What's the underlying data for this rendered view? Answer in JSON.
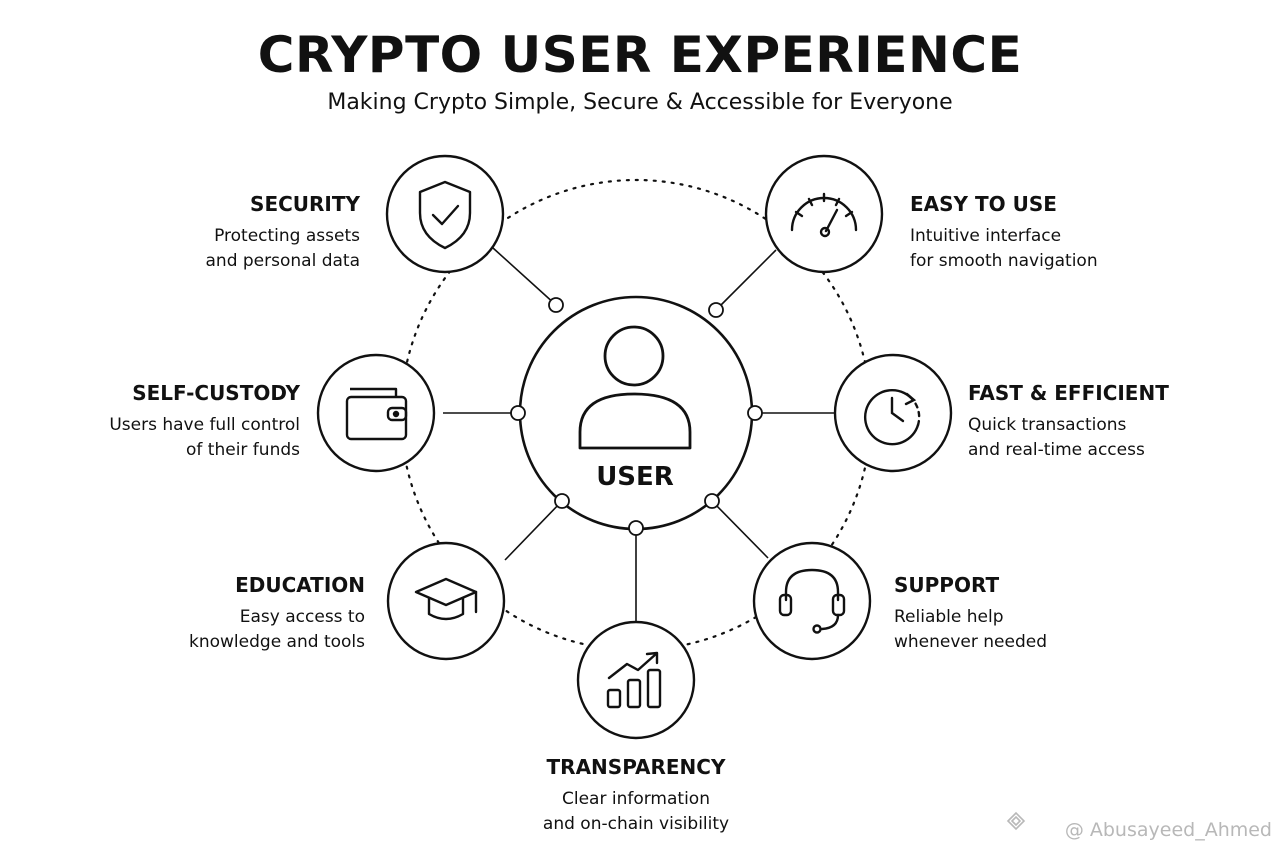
{
  "title": "CRYPTO USER EXPERIENCE",
  "subtitle": "Making Crypto Simple, Secure & Accessible for Everyone",
  "center": {
    "label": "USER",
    "icon": "user-icon"
  },
  "features": [
    {
      "id": "security",
      "title": "SECURITY",
      "line1": "Protecting assets",
      "line2": "and personal data",
      "icon": "shield-check-icon"
    },
    {
      "id": "easy-to-use",
      "title": "EASY TO USE",
      "line1": "Intuitive interface",
      "line2": "for smooth navigation",
      "icon": "speedometer-icon"
    },
    {
      "id": "self-custody",
      "title": "SELF-CUSTODY",
      "line1": "Users have full control",
      "line2": "of their funds",
      "icon": "wallet-icon"
    },
    {
      "id": "fast-efficient",
      "title": "FAST & EFFICIENT",
      "line1": "Quick transactions",
      "line2": "and real-time access",
      "icon": "clock-icon"
    },
    {
      "id": "education",
      "title": "EDUCATION",
      "line1": "Easy access to",
      "line2": "knowledge and tools",
      "icon": "graduation-cap-icon"
    },
    {
      "id": "support",
      "title": "SUPPORT",
      "line1": "Reliable help",
      "line2": "whenever needed",
      "icon": "headset-icon"
    },
    {
      "id": "transparency",
      "title": "TRANSPARENCY",
      "line1": "Clear information",
      "line2": "and on-chain visibility",
      "icon": "growth-chart-icon"
    }
  ],
  "watermark": {
    "text": "@ Abusayeed_Ahmed",
    "icon": "diamond-logo-icon"
  },
  "colors": {
    "stroke": "#111111",
    "background": "#ffffff",
    "watermark": "#b8b8b8"
  }
}
